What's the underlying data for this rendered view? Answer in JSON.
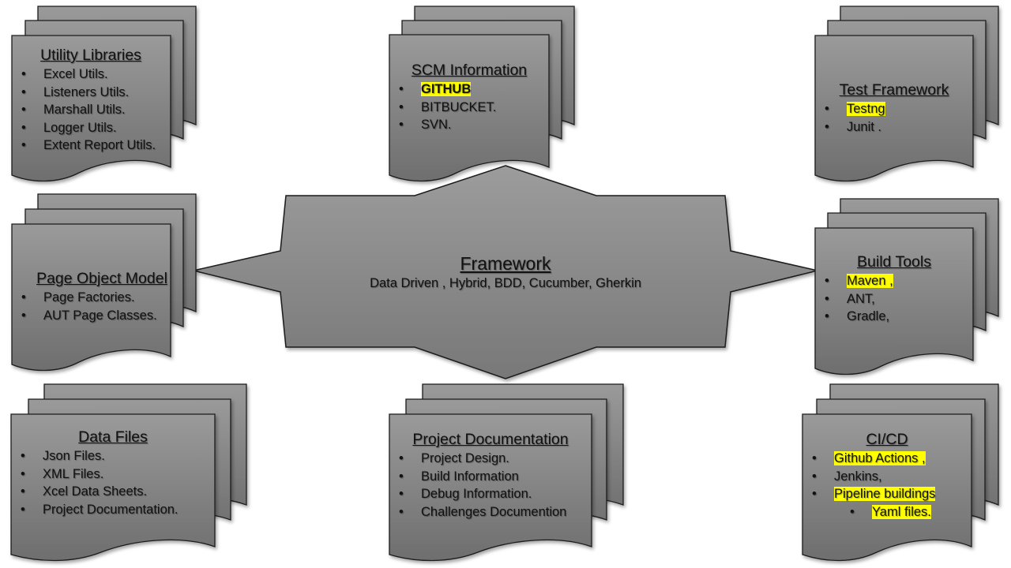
{
  "center": {
    "title": "Framework",
    "subtitle": "Data Driven , Hybrid, BDD, Cucumber, Gherkin"
  },
  "docs": [
    {
      "id": "utility-libraries",
      "title": "Utility Libraries",
      "items": [
        {
          "text": "Excel Utils."
        },
        {
          "text": "Listeners Utils."
        },
        {
          "text": "Marshall Utils."
        },
        {
          "text": "Logger Utils."
        },
        {
          "text": "Extent Report Utils."
        }
      ]
    },
    {
      "id": "scm-information",
      "title": "SCM Information",
      "items": [
        {
          "text": "GITHUB",
          "highlight": true,
          "bold": true
        },
        {
          "text": "BITBUCKET."
        },
        {
          "text": "SVN."
        }
      ]
    },
    {
      "id": "test-framework",
      "title": "Test Framework",
      "items": [
        {
          "text": "Testng",
          "highlight": true
        },
        {
          "text": "Junit   ."
        }
      ]
    },
    {
      "id": "page-object-model",
      "title": "Page Object Model",
      "items": [
        {
          "text": "Page Factories."
        },
        {
          "text": "AUT Page Classes."
        }
      ]
    },
    {
      "id": "build-tools",
      "title": "Build Tools",
      "items": [
        {
          "text": "Maven ,",
          "highlight": true
        },
        {
          "text": "ANT,"
        },
        {
          "text": "Gradle,"
        }
      ]
    },
    {
      "id": "data-files",
      "title": "Data Files",
      "items": [
        {
          "text": "Json Files."
        },
        {
          "text": "XML Files."
        },
        {
          "text": "Xcel Data Sheets."
        },
        {
          "text": "Project Documentation."
        }
      ]
    },
    {
      "id": "project-documentation",
      "title": "Project Documentation",
      "items": [
        {
          "text": "Project Design."
        },
        {
          "text": "Build Information"
        },
        {
          "text": "Debug Information."
        },
        {
          "text": "Challenges Documention"
        }
      ]
    },
    {
      "id": "ci-cd",
      "title": "CI/CD",
      "items": [
        {
          "text": "Github Actions ,",
          "highlight": true
        },
        {
          "text": "Jenkins,"
        },
        {
          "text": "Pipeline buildings",
          "highlight": true
        },
        {
          "text": "Yaml files.",
          "highlight": true,
          "sub": true
        }
      ]
    }
  ],
  "colors": {
    "shape_fill_top": "#9a9a9a",
    "shape_fill_bottom": "#6e6e6e",
    "shape_stroke": "#1a1a1a",
    "highlight": "#ffff00",
    "text": "#111111"
  }
}
